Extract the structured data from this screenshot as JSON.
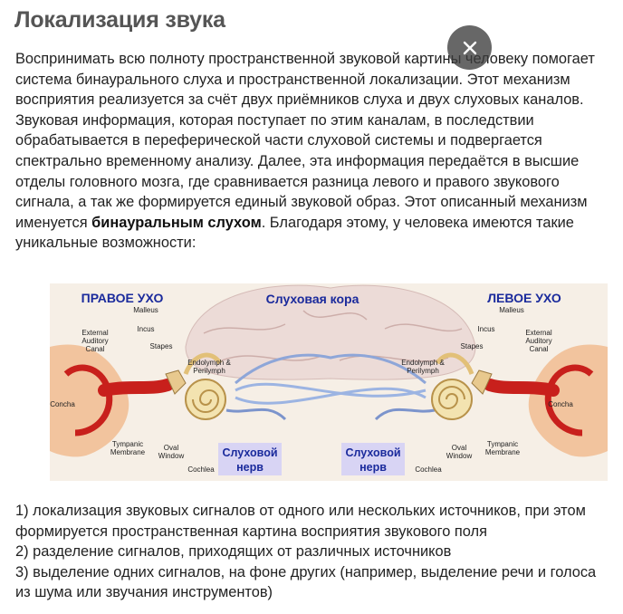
{
  "title": "Локализация звука",
  "intro": {
    "text_before": "Воспринимать всю полноту пространственной звуковой картины человеку помогает система бинаурального слуха и пространственной локализации. Этот механизм восприятия реализуется за счёт двух приёмников слуха и двух слуховых каналов. Звуковая информация, которая поступает по этим каналам, в последствии обрабатывается в переферической части слуховой системы и подвергается спектрально временному анализу. Далее, эта информация передаётся в высшие отделы головного мозга, где сравнивается разница левого и правого звукового сигнала, а так же формируется единый звуковой образ. Этот описанный механизм именуется ",
    "bold": "бинауральным слухом",
    "text_after": ". Благодаря этому, у человека имеются такие уникальные возможности:"
  },
  "close_icon": "close-icon",
  "diagram": {
    "right_ear": "ПРАВОЕ УХО",
    "left_ear": "ЛЕВОЕ УХО",
    "cortex": "Слуховая кора",
    "nerve_line1": "Слуховой",
    "nerve_line2": "нерв",
    "labels": {
      "malleus": "Malleus",
      "incus": "Incus",
      "stapes": "Stapes",
      "external_line1": "External",
      "external_line2": "Auditory",
      "external_line3": "Canal",
      "endolymph_line1": "Endolymph &",
      "endolymph_line2": "Perilymph",
      "concha": "Concha",
      "tympanic_line1": "Tympanic",
      "tympanic_line2": "Membrane",
      "oval_line1": "Oval",
      "oval_line2": "Window",
      "cochlea": "Cochlea"
    },
    "colors": {
      "heading": "#1a2a9c",
      "nerve_label_bg": "#d8d4f4",
      "skin": "#f2c49e",
      "ear_red": "#c8201c"
    }
  },
  "list": [
    "1) локализация звуковых сигналов от одного или нескольких источников, при этом формируется пространственная картина восприятия звукового поля",
    "2) разделение сигналов, приходящих от различных источников",
    "3) выделение одних сигналов, на фоне других (например, выделение речи и голоса из шума или звучания инструментов)"
  ]
}
